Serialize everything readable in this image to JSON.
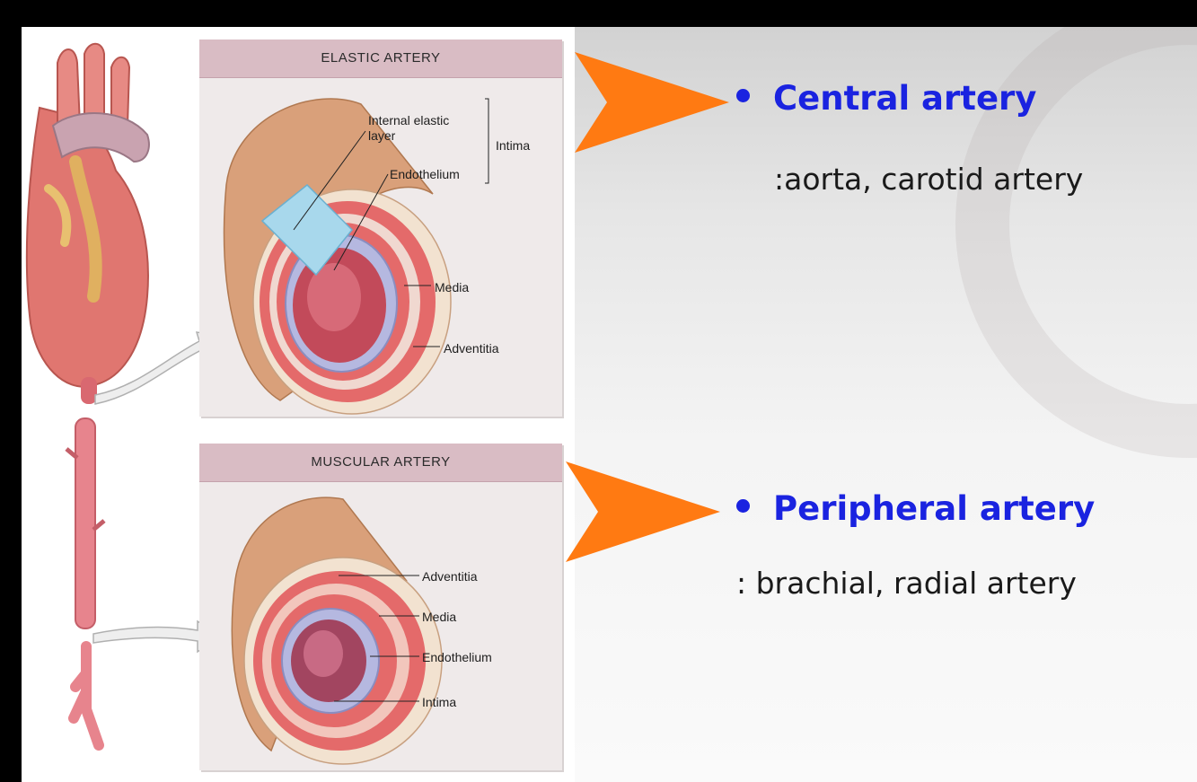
{
  "elastic": {
    "header": "ELASTIC ARTERY",
    "labels": {
      "internal_elastic_1": "Internal elastic",
      "internal_elastic_2": "layer",
      "intima": "Intima",
      "endothelium": "Endothelium",
      "media": "Media",
      "adventitia": "Adventitia"
    }
  },
  "muscular": {
    "header": "MUSCULAR ARTERY",
    "labels": {
      "adventitia": "Adventitia",
      "media": "Media",
      "endothelium": "Endothelium",
      "intima": "Intima"
    }
  },
  "bullets": [
    {
      "title": "Central artery",
      "subtitle": ":aorta, carotid artery"
    },
    {
      "title": "Peripheral artery",
      "subtitle": ": brachial, radial artery"
    }
  ],
  "colors": {
    "bullet_blue": "#1a23e0",
    "arrow_orange": "#ff7a12",
    "panel_header": "#d9bcc4"
  }
}
